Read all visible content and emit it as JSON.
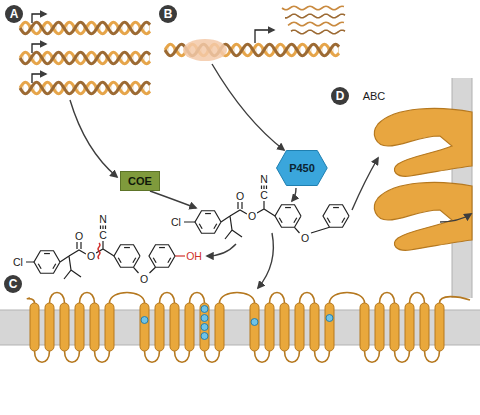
{
  "diagram": {
    "nodes": [
      {
        "text": [
          "COE"
        ]
      },
      {
        "text": [
          "P450"
        ]
      }
    ],
    "labels": [
      "A",
      "B",
      "C",
      "D",
      "ABC",
      "Cl",
      "O",
      "O",
      "C",
      "N",
      "O",
      "Cl",
      "O",
      "O",
      "C",
      "N",
      "O",
      "OH"
    ]
  }
}
